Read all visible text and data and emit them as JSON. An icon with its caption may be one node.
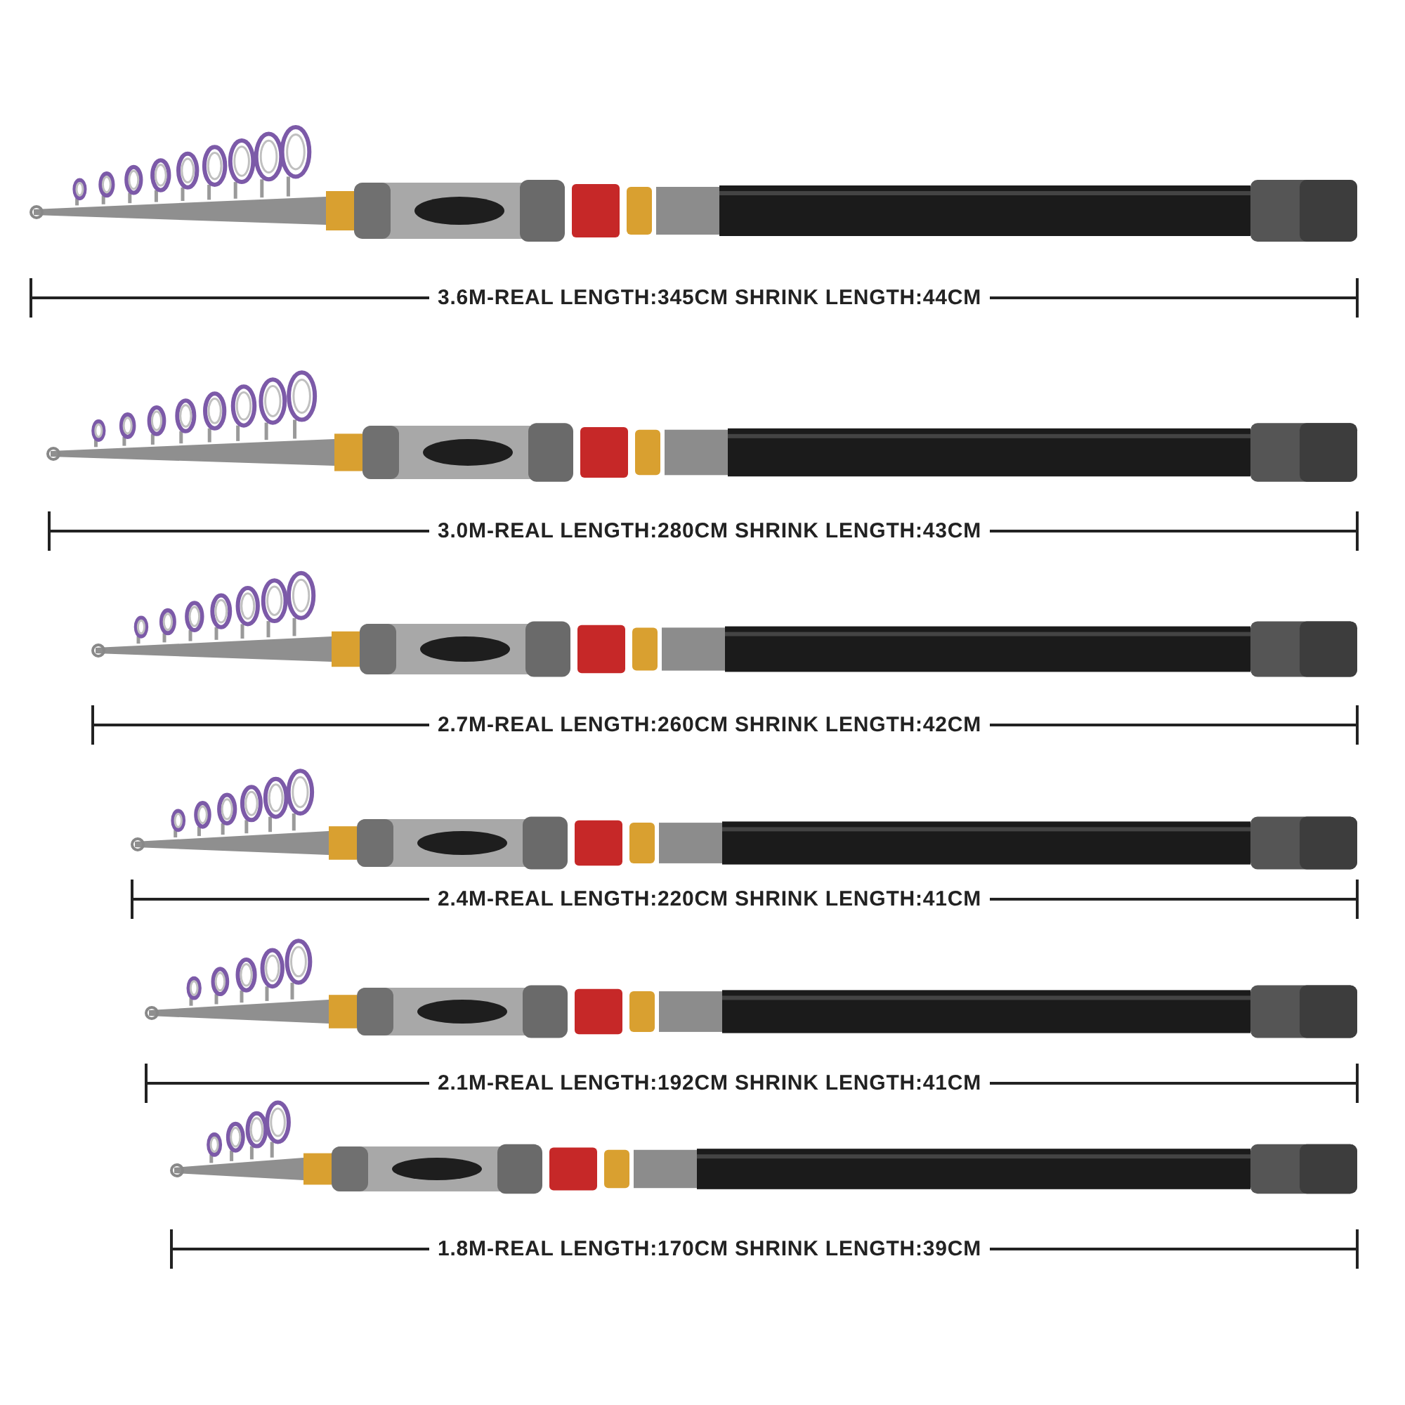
{
  "diagram": {
    "labels": [
      "3.6M-REAL LENGTH:345CM SHRINK LENGTH:44CM",
      "3.0M-REAL LENGTH:280CM SHRINK LENGTH:43CM",
      "2.7M-REAL LENGTH:260CM SHRINK LENGTH:42CM",
      "2.4M-REAL LENGTH:220CM SHRINK LENGTH:41CM",
      "2.1M-REAL LENGTH:192CM SHRINK LENGTH:41CM",
      "1.8M-REAL LENGTH:170CM SHRINK LENGTH:39CM"
    ]
  }
}
